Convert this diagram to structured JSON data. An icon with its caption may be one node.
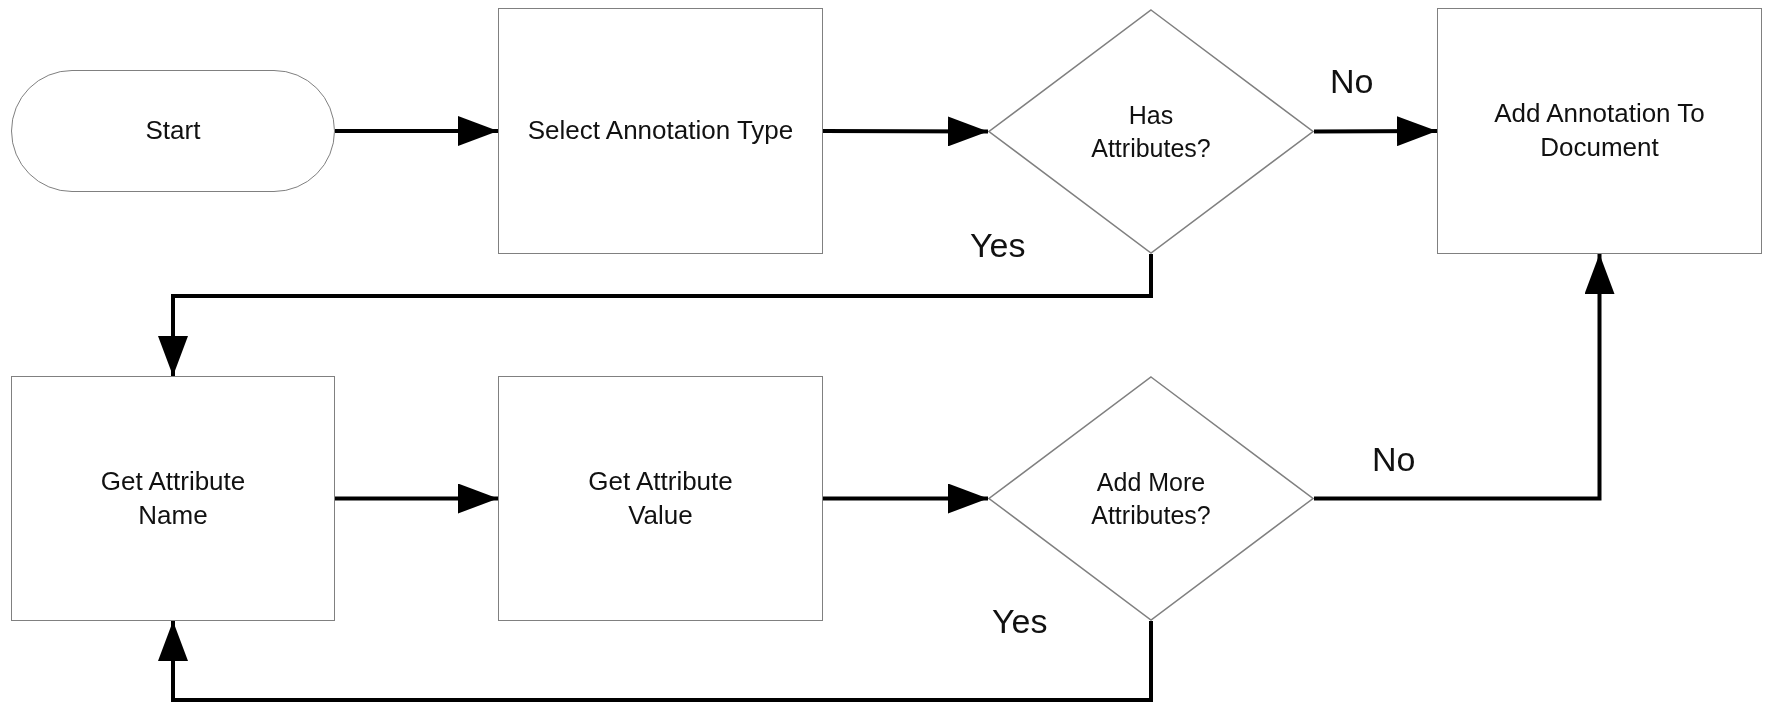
{
  "diagram": {
    "nodes": [
      {
        "text": [
          "Start"
        ]
      },
      {
        "text": [
          "Select Annotation Type"
        ]
      },
      {
        "text": [
          "Has Attributes?"
        ]
      },
      {
        "text": [
          "Add Annotation To Document"
        ]
      },
      {
        "text": [
          "Get Attribute Name"
        ]
      },
      {
        "text": [
          "Get Attribute Value"
        ]
      },
      {
        "text": [
          "Add More Attributes?"
        ]
      }
    ],
    "edges": [
      {
        "from": 0,
        "to": 1,
        "arrow": "to"
      },
      {
        "from": 1,
        "to": 2,
        "arrow": "to"
      },
      {
        "from": 2,
        "to": 3,
        "arrow": "to",
        "label": "No"
      },
      {
        "from": 2,
        "to": 4,
        "arrow": "to",
        "label": "Yes"
      },
      {
        "from": 4,
        "to": 5,
        "arrow": "to"
      },
      {
        "from": 5,
        "to": 6,
        "arrow": "to"
      },
      {
        "from": 6,
        "to": 3,
        "arrow": "to",
        "label": "No"
      },
      {
        "from": 6,
        "to": 4,
        "arrow": "to",
        "label": "Yes"
      }
    ]
  }
}
